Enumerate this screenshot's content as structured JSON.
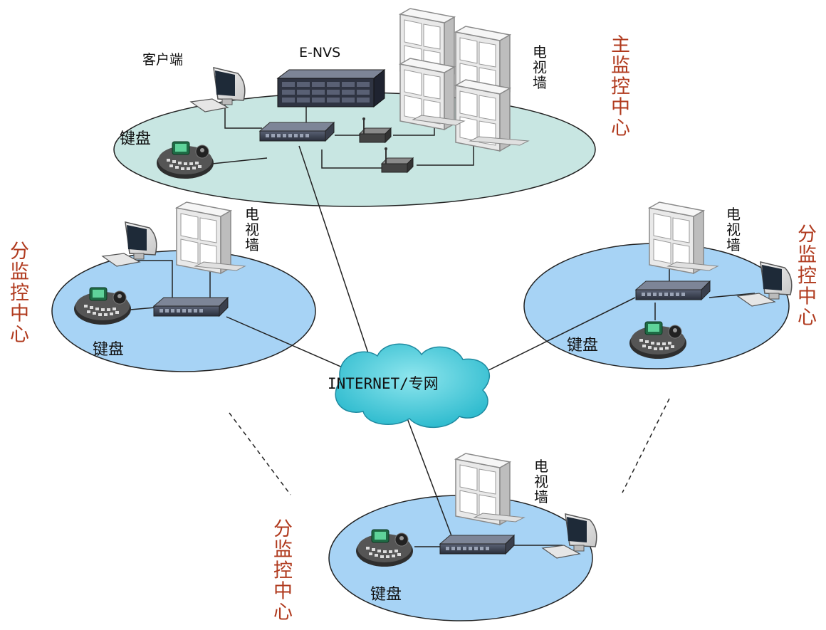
{
  "main_center": {
    "label": "主监控中心",
    "server_label": "E-NVS",
    "client_label": "客户端",
    "keyboard_label": "键盘",
    "tv_wall_label": "电视墙"
  },
  "network": {
    "label": "INTERNET/专网"
  },
  "sub_centers": [
    {
      "id": "left",
      "label": "分监控中心",
      "keyboard_label": "键盘",
      "tv_wall_label": "电视墙"
    },
    {
      "id": "right",
      "label": "分监控中心",
      "keyboard_label": "键盘",
      "tv_wall_label": "电视墙"
    },
    {
      "id": "bottom",
      "label": "分监控中心",
      "keyboard_label": "键盘",
      "tv_wall_label": "电视墙"
    }
  ],
  "colors": {
    "main_ellipse": "#c8e6e2",
    "sub_ellipse": "#a7d3f5",
    "cloud": "#40c8d8",
    "center_label": "#b03a1e"
  }
}
